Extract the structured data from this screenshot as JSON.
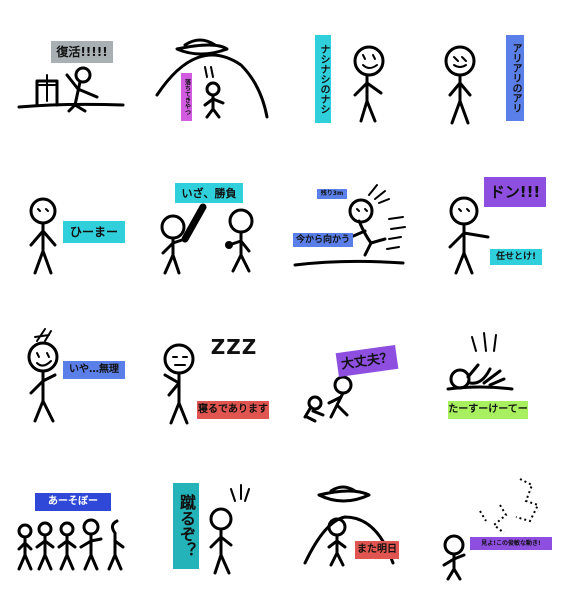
{
  "stickers": [
    {
      "text": "復活!!!!!",
      "color": "#a9b0b4"
    },
    {
      "text": "落ちてきやつ",
      "color": "#d25ce0"
    },
    {
      "text": "ナシナシのナシ",
      "color": "#2fd0dc"
    },
    {
      "text": "アリアリのアリ",
      "color": "#5b7fe8"
    },
    {
      "text": "ひーまー",
      "color": "#2fd0dc"
    },
    {
      "text": "いざ、勝負",
      "color": "#2fd0dc"
    },
    {
      "text": "残り3m",
      "color": "#5b7fe8"
    },
    {
      "text": "今から向かう",
      "color": "#5b7fe8"
    },
    {
      "text": "ドン!!!",
      "color": "#8e4fe0"
    },
    {
      "text": "任せとけ!",
      "color": "#2fd0dc"
    },
    {
      "text": "いや…無理",
      "color": "#5b7fe8"
    },
    {
      "text": "寝るであります",
      "color": "#e0554f"
    },
    {
      "text": "大丈夫？",
      "color": "#8e4fe0"
    },
    {
      "text": "たーすーけーてー",
      "color": "#a8f060"
    },
    {
      "text": "あーそぼー",
      "color": "#2f48d8"
    },
    {
      "text": "蹴るぞ？",
      "color": "#24b3b8"
    },
    {
      "text": "また明日",
      "color": "#e0554f"
    },
    {
      "text": "見よ!この俊敏な動き!",
      "color": "#8e4fe0"
    }
  ],
  "snooze": "ZZZ"
}
